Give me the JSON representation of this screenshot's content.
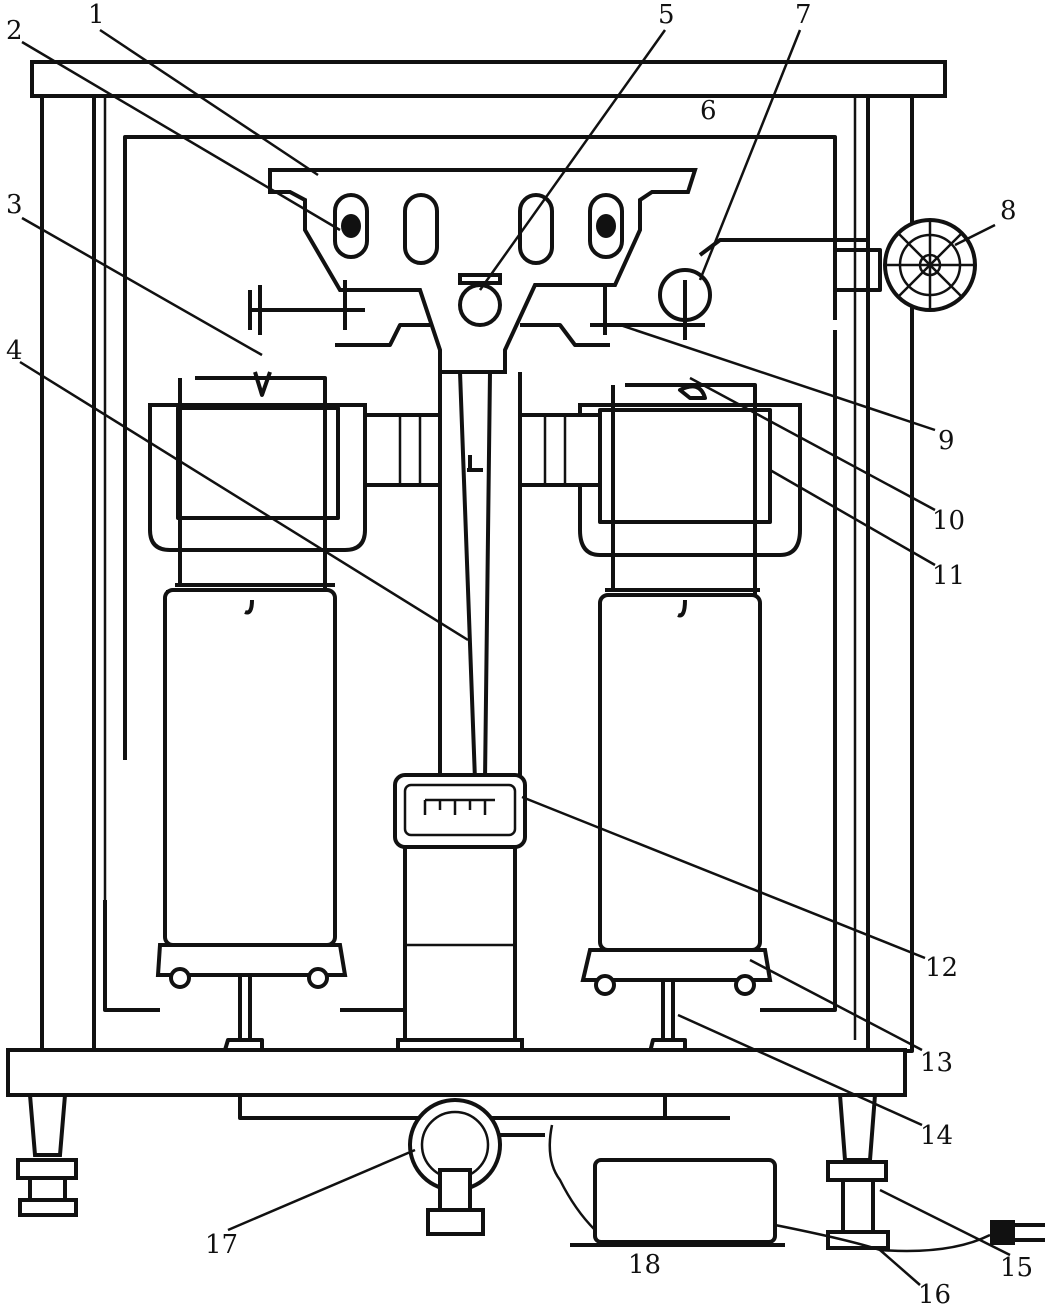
{
  "figure": {
    "title": "Analytical balance structure diagram",
    "labels": [
      "1",
      "2",
      "3",
      "4",
      "5",
      "6",
      "7",
      "8",
      "9",
      "10",
      "11",
      "12",
      "13",
      "14",
      "15",
      "16",
      "17",
      "18"
    ]
  }
}
